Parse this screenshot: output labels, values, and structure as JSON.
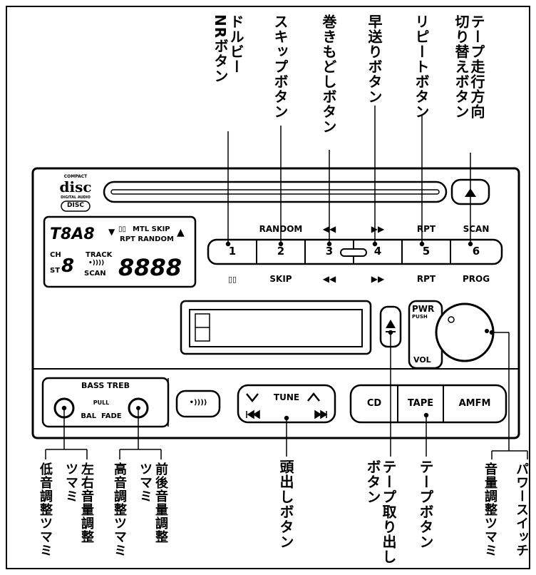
{
  "callouts_top": [
    {
      "id": "dolby_nr",
      "text": "ドルビー\nNRボタン"
    },
    {
      "id": "skip",
      "text": "スキップボタン"
    },
    {
      "id": "rewind",
      "text": "巻きもどしボタン"
    },
    {
      "id": "ffwd",
      "text": "早送りボタン"
    },
    {
      "id": "repeat",
      "text": "リピートボタン"
    },
    {
      "id": "direction",
      "text": "テープ走行方向\n切り替えボタン"
    }
  ],
  "callouts_bottom": [
    {
      "id": "bass",
      "text": "低音調整ツマミ"
    },
    {
      "id": "balance",
      "text": "左右音量調整\nツマミ"
    },
    {
      "id": "treble",
      "text": "高音調整ツマミ"
    },
    {
      "id": "fader",
      "text": "前後音量調整\nツマミ"
    },
    {
      "id": "seek",
      "text": "頭出しボタン"
    },
    {
      "id": "eject",
      "text": "テープ取り出し\nボタン"
    },
    {
      "id": "tape_btn",
      "text": "テープボタン"
    },
    {
      "id": "volume",
      "text": "音量調整ツマミ"
    },
    {
      "id": "power",
      "text": "パワースイッチ"
    }
  ],
  "unit": {
    "cd_logo": {
      "line1": "COMPACT",
      "line2": "disc",
      "line3": "DIGITAL AUDIO",
      "badge": "DISC"
    },
    "display": {
      "top_digits": "T8A8",
      "mtl_skip": "MTL SKIP",
      "rpt_random": "RPT RANDOM",
      "ch": "CH",
      "track": "TRACK",
      "st": "ST",
      "st_digit": "8",
      "scan": "SCAN",
      "main_digits": "8888"
    },
    "preset_top_labels": [
      "",
      "RANDOM",
      "◀◀",
      "▶▶",
      "RPT",
      "SCAN"
    ],
    "preset_numbers": [
      "1",
      "2",
      "3",
      "4",
      "5",
      "6"
    ],
    "preset_bottom_labels": [
      "",
      "SKIP",
      "◀◀",
      "▶▶",
      "RPT",
      "PROG"
    ],
    "pwr": "PWR",
    "push": "PUSH",
    "vol": "VOL",
    "bass_treb": "BASS TREB",
    "pull": "PULL",
    "bal_fade": "BAL  FADE",
    "tune": "TUNE",
    "cd": "CD",
    "tape": "TAPE",
    "amfm": "AMFM"
  }
}
